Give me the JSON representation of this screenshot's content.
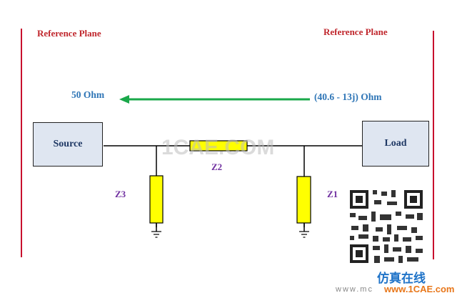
{
  "reference_plane_left": "Reference Plane",
  "reference_plane_right": "Reference Plane",
  "source_impedance_label": "50 Ohm",
  "load_impedance_label": "(40.6 - 13j) Ohm",
  "source_box_label": "Source",
  "load_box_label": "Load",
  "z1_label": "Z1",
  "z2_label": "Z2",
  "z3_label": "Z3",
  "watermark_center": "1CAE.COM",
  "watermark_bottom_cn": "仿真在线",
  "watermark_bottom_url": "www.mc",
  "watermark_bottom_brand": "www.1CAE.com",
  "colors": {
    "reference_plane": "#c8102e",
    "arrow": "#1aa84a",
    "impedance_text": "#2e75b6",
    "component_fill": "#ffff00",
    "box_fill": "#dfe6f1",
    "z_label": "#7030a0"
  }
}
